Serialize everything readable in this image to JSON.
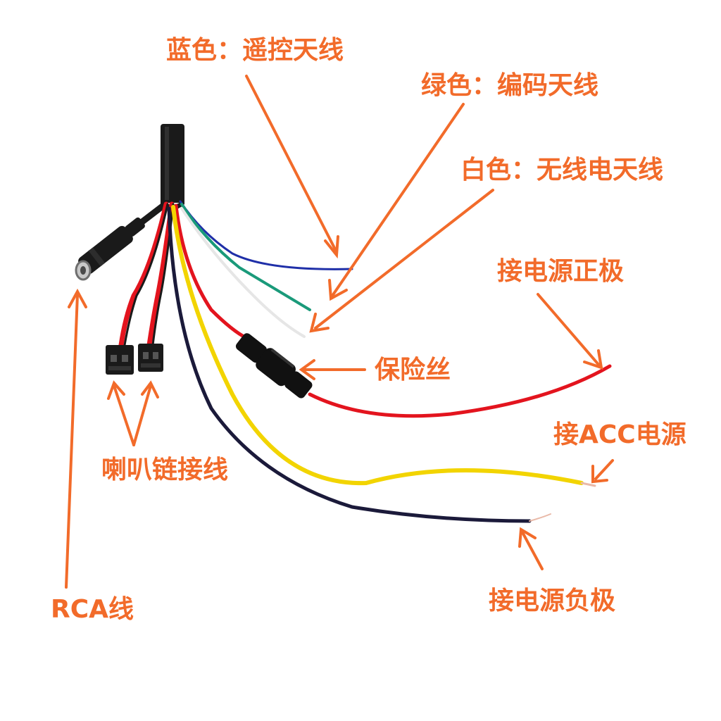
{
  "colors": {
    "annotation": "#f26b2a",
    "cable": "#1a1a1a",
    "blue_wire": "#1f2fa8",
    "green_wire": "#1a9a7a",
    "white_wire": "#e6e6e6",
    "red_wire": "#e3141e",
    "yellow_wire": "#f2d400",
    "black_wire": "#1b1a3a"
  },
  "labels": {
    "blue": "蓝色：遥控天线",
    "green": "绿色：编码天线",
    "white": "白色：无线电天线",
    "power_positive": "接电源正极",
    "fuse": "保险丝",
    "acc_power": "接ACC电源",
    "speaker_wire": "喇叭链接线",
    "rca": "RCA线",
    "power_negative": "接电源负极"
  },
  "icons": {
    "arrow": "arrow-icon",
    "fuse": "fuse-holder-icon",
    "jack": "audio-jack-icon",
    "connector": "two-pin-connector-icon"
  }
}
